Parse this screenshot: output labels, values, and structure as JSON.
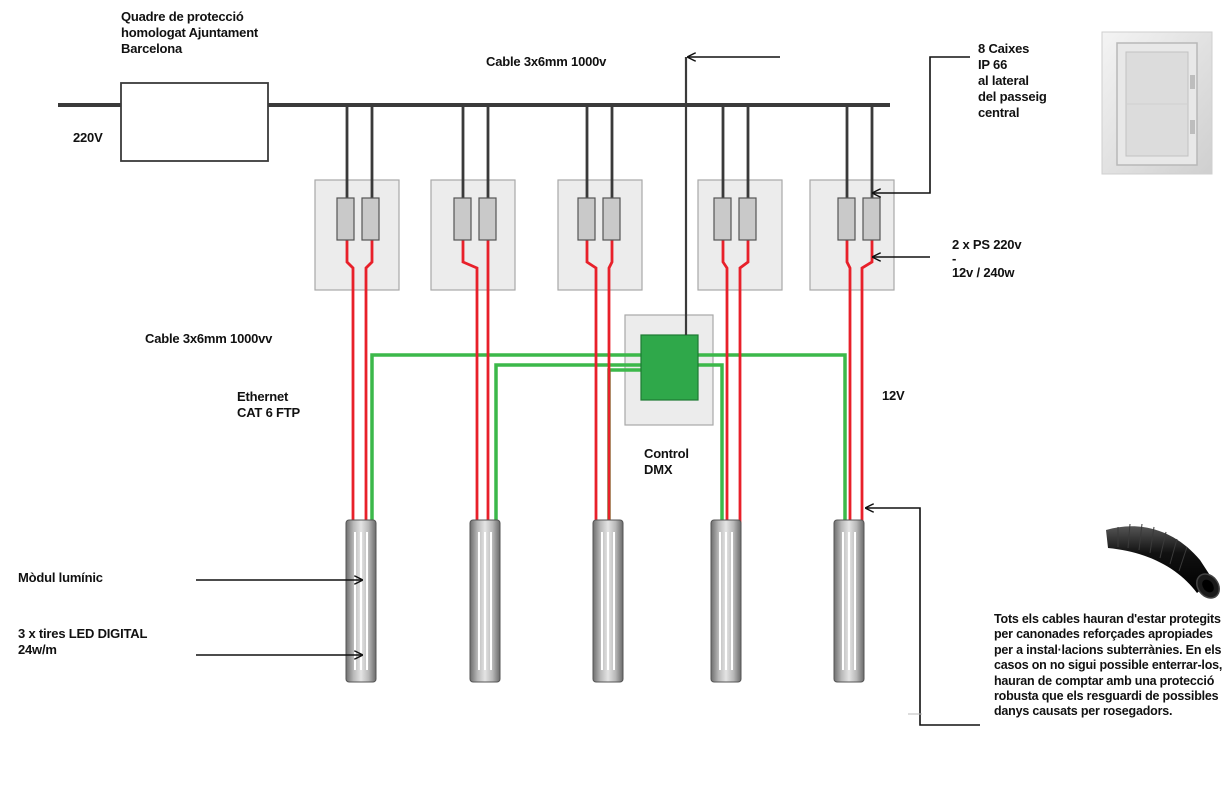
{
  "labels": {
    "panel_title": [
      "Quadre de protecció",
      "homologat Ajuntament",
      "Barcelona"
    ],
    "mains_voltage": "220V",
    "main_cable": "Cable 3x6mm 1000v",
    "boxes": [
      "8 Caixes",
      "IP 66",
      "al lateral",
      "del passeig",
      "central"
    ],
    "power_supplies": [
      "2 x PS 220v",
      "-",
      "12v / 240w"
    ],
    "feed_cable": "Cable 3x6mm 1000vv",
    "ethernet": [
      "Ethernet",
      "CAT 6 FTP"
    ],
    "low_voltage": "12V",
    "controller": [
      "Control",
      "DMX"
    ],
    "light_module": "Mòdul lumínic",
    "led_strips": [
      "3 x tires LED DIGITAL",
      "24w/m"
    ],
    "protection_note": "Tots els cables hauran d'estar protegits per canonades reforçades apropiades per a instal·lacions subterrànies. En els casos on no sigui possible enterrar-los, hauran de comptar amb una protecció robusta que els resguardi de possibles danys causats per rosegadors."
  },
  "colors": {
    "power_wire": "#3a3a3a",
    "low_voltage_wire": "#e8202a",
    "data_wire": "#3cb84a",
    "controller": "#2fa84a",
    "box_fill": "#ececec",
    "box_stroke": "#a8a8a8"
  },
  "icons": [
    "junction-box-photo",
    "corrugated-conduit-photo"
  ]
}
